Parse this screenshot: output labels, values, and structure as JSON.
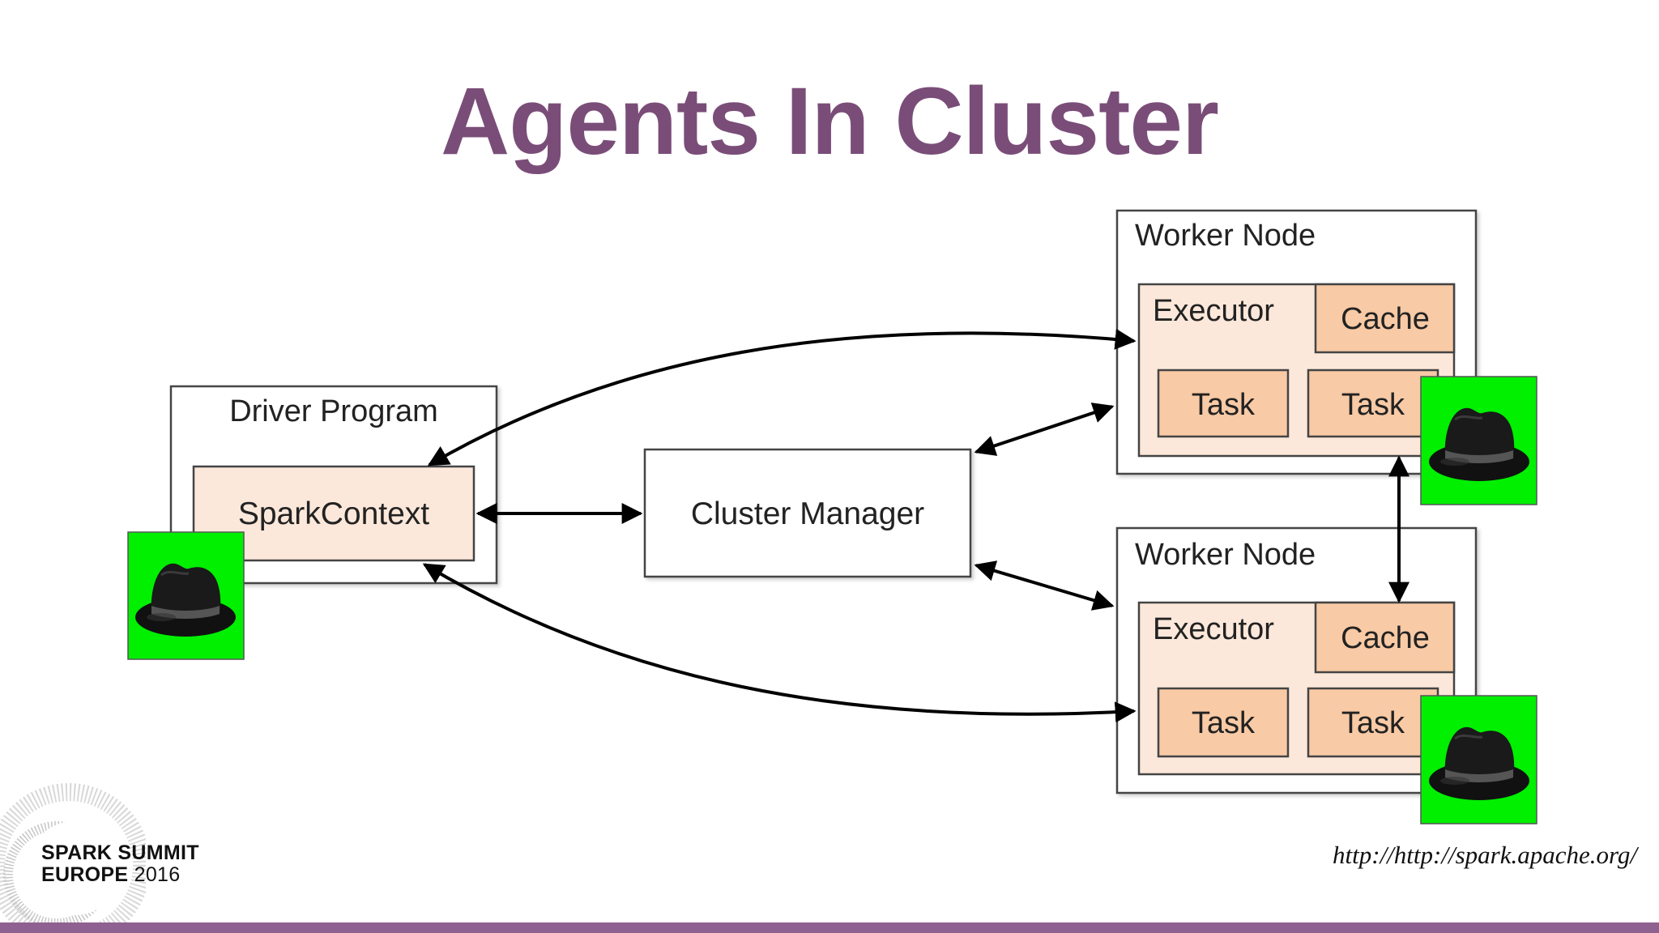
{
  "slide": {
    "title": "Agents In Cluster",
    "source": "http://http://spark.apache.org/",
    "logo": {
      "line1": "SPARK SUMMIT",
      "line2": "EUROPE",
      "year": "2016"
    }
  },
  "diagram": {
    "driver": {
      "label": "Driver Program",
      "context": "SparkContext"
    },
    "manager": {
      "label": "Cluster Manager"
    },
    "workers": [
      {
        "label": "Worker Node",
        "executor": "Executor",
        "cache": "Cache",
        "tasks": [
          "Task",
          "Task"
        ]
      },
      {
        "label": "Worker Node",
        "executor": "Executor",
        "cache": "Cache",
        "tasks": [
          "Task",
          "Task"
        ]
      }
    ],
    "agent_icon": "fedora-hat-icon"
  },
  "colors": {
    "title": "#7a4d78",
    "bar": "#8f6190",
    "box_fill": "#fce8da",
    "task_fill": "#f8caa5",
    "agent_bg": "#00f000",
    "border": "#444444"
  }
}
